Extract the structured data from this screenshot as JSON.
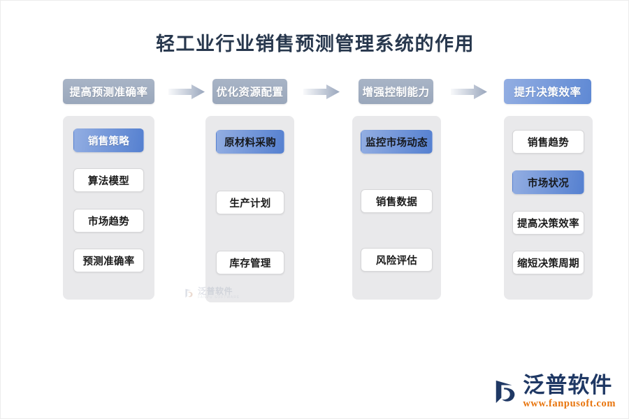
{
  "page": {
    "title": "轻工业行业销售预测管理系统的作用",
    "background_color": "#ffffff",
    "border_color": "#ececec",
    "title_color": "#27374d"
  },
  "flow": {
    "arrow_icon": "right-arrow-icon",
    "arrow_gradient_from": "#f7f8fa",
    "arrow_gradient_to": "#9aa7bd",
    "stages": [
      {
        "header": {
          "label": "提高预测准确率",
          "style": "gray",
          "bg_color": "#9aa7bb",
          "text_color": "#ffffff"
        },
        "panel_color": "#e9e9eb",
        "items": [
          {
            "label": "销售策略",
            "state": "highlight",
            "text_color": "#ffffff"
          },
          {
            "label": "算法模型",
            "state": "plain",
            "text_color": "#1a1a1a"
          },
          {
            "label": "市场趋势",
            "state": "plain",
            "text_color": "#1a1a1a"
          },
          {
            "label": "预测准确率",
            "state": "plain",
            "text_color": "#1a1a1a"
          }
        ]
      },
      {
        "header": {
          "label": "优化资源配置",
          "style": "gray",
          "bg_color": "#9aa7bb",
          "text_color": "#ffffff"
        },
        "panel_color": "#e9e9eb",
        "items": [
          {
            "label": "原材料采购",
            "state": "highlight",
            "text_color": "#16181c"
          },
          {
            "label": "生产计划",
            "state": "plain",
            "text_color": "#1a1a1a"
          },
          {
            "label": "库存管理",
            "state": "plain",
            "text_color": "#1a1a1a"
          }
        ]
      },
      {
        "header": {
          "label": "增强控制能力",
          "style": "gray",
          "bg_color": "#9aa7bb",
          "text_color": "#ffffff"
        },
        "panel_color": "#e9e9eb",
        "items": [
          {
            "label": "监控市场动态",
            "state": "highlight",
            "text_color": "#16181c"
          },
          {
            "label": "销售数据",
            "state": "plain",
            "text_color": "#1a1a1a"
          },
          {
            "label": "风险评估",
            "state": "plain",
            "text_color": "#1a1a1a"
          }
        ]
      },
      {
        "header": {
          "label": "提升决策效率",
          "style": "blue",
          "bg_color": "#5f89d4",
          "text_color": "#ffffff"
        },
        "panel_color": "#e9e9eb",
        "items": [
          {
            "label": "销售趋势",
            "state": "plain",
            "text_color": "#1a1a1a"
          },
          {
            "label": "市场状况",
            "state": "highlight",
            "text_color": "#16181c"
          },
          {
            "label": "提高决策效率",
            "state": "plain",
            "text_color": "#1a1a1a"
          },
          {
            "label": "缩短决策周期",
            "state": "plain",
            "text_color": "#1a1a1a"
          }
        ]
      }
    ]
  },
  "watermark": {
    "icon": "fanpu-logo-icon",
    "name_cn": "泛普软件",
    "name_en": "FANPU SOFTWARE"
  },
  "logo": {
    "icon": "fanpu-logo-icon",
    "name_cn": "泛普软件",
    "url": "www.fanpusoft.com",
    "name_color": "#1f3864",
    "url_color": "#e8740c"
  }
}
